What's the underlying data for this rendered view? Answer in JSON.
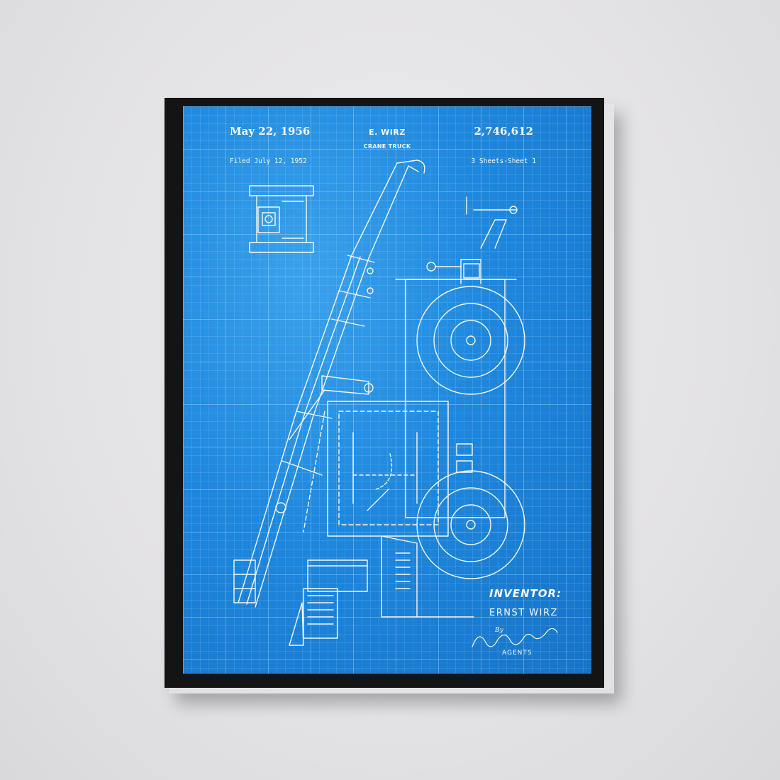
{
  "poster": {
    "date": "May 22, 1956",
    "inventor_header": "E. WIRZ",
    "title": "CRANE TRUCK",
    "patent_number": "2,746,612",
    "filed": "Filed July 12, 1952",
    "sheets": "3 Sheets-Sheet 1",
    "inventor_label": "INVENTOR:",
    "inventor_name": "ERNST WIRZ",
    "by": "By",
    "agents": "AGENTS"
  },
  "colors": {
    "blueprint": "#1e88de",
    "frame": "#141414",
    "wall": "#e5e4e7",
    "line": "#f4f8ff"
  }
}
